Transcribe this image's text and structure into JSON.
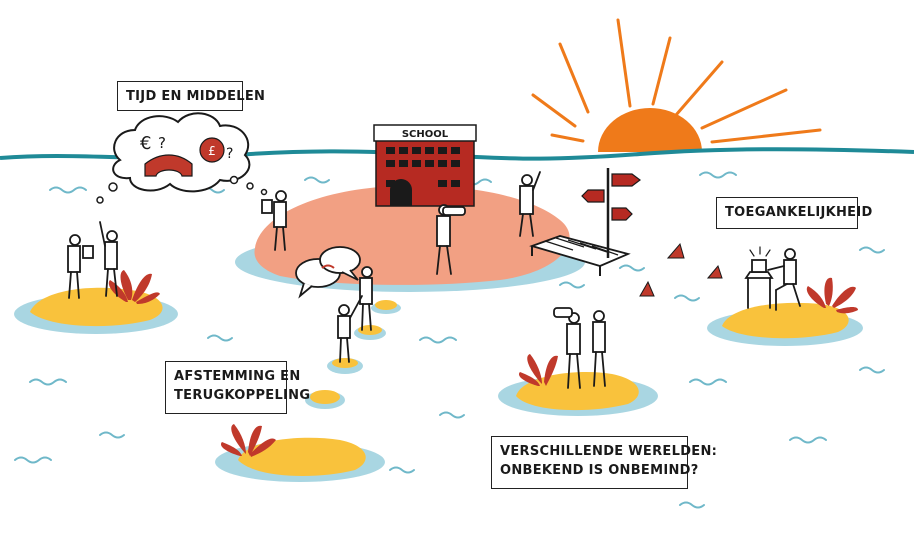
{
  "labels": {
    "tijd_en_middelen": "TIJD EN MIDDELEN",
    "toegankelijkheid": "TOEGANKELIJKHEID",
    "afstemming": [
      "AFSTEMMING EN",
      "TERUGKOPPELING"
    ],
    "verschillende_werelden": [
      "VERSCHILLENDE WERELDEN:",
      "ONBEKEND IS ONBEMIND?"
    ]
  },
  "school_sign": "SCHOOL",
  "thought_bubble": {
    "symbol_1": "€",
    "symbol_2": "?",
    "symbol_3": "£",
    "symbol_4": "?"
  },
  "colors": {
    "sea_line": "#1f8a97",
    "wave": "#6fb8c9",
    "water": "#a9d6e2",
    "sand": "#f9c23c",
    "main_island": "#f2a083",
    "sun": "#ef7a1a",
    "building": "#b62a22",
    "plant": "#c0392b",
    "ink": "#1a1a1a"
  }
}
